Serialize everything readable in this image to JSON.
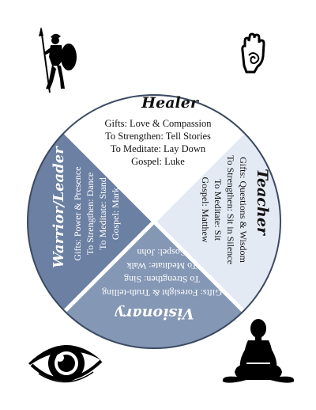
{
  "colors": {
    "healer": "#ffffff",
    "teacher": "#e3eaf3",
    "visionary": "#8497b5",
    "warrior": "#6b80a2",
    "outline": "#3c4a62",
    "divider": "#ffffff",
    "icon": "#000000"
  },
  "icons": [
    "warrior-icon",
    "hand-icon",
    "eye-icon",
    "meditation-icon"
  ],
  "healer": {
    "title": "Healer",
    "lines": [
      "Gifts: Love & Compassion",
      "To Strengthen: Tell Stories",
      "To Meditate: Lay Down",
      "Gospel: Luke"
    ]
  },
  "teacher": {
    "title": "Teacher",
    "lines": [
      "Gifts: Questions & Wisdom",
      "To Strengthen: Sit in Silence",
      "To Meditate: Sit",
      "Gospel: Matthew"
    ]
  },
  "visionary": {
    "title": "Visionary",
    "lines": [
      "Gifts: Foresight & Truth-telling",
      "To Strengthen: Sing",
      "To Meditate: Walk",
      "Gospel: John"
    ]
  },
  "warrior": {
    "title": "Warrior/Leader",
    "lines": [
      "Gifts: Power & Presence",
      "To Strengthen: Dance",
      "To Meditate: Stand",
      "Gospel: Mark"
    ]
  }
}
